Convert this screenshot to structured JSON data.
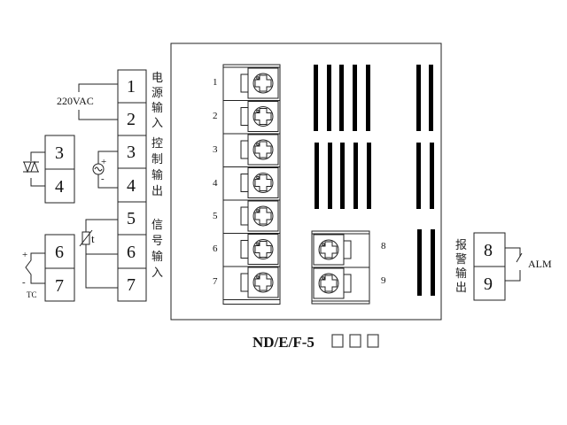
{
  "diagram": {
    "model_label": "ND/E/F-5",
    "model_suffix_boxes": 3,
    "voltage_label": "220VAC",
    "tc_label": "TC",
    "tc_plus": "+",
    "tc_minus": "-",
    "ssr_plus": "+",
    "ssr_minus": "-",
    "rtd_label": "t",
    "alarm_label": "ALM",
    "main_terminals": [
      "1",
      "2",
      "3",
      "4",
      "5",
      "6",
      "7"
    ],
    "alarm_terminals": [
      "8",
      "9"
    ],
    "left_thyristor_terminals": [
      "3",
      "4"
    ],
    "left_tc_terminals": [
      "6",
      "7"
    ],
    "power_input_label": [
      "电",
      "源",
      "输",
      "入"
    ],
    "control_output_label": [
      "控",
      "制",
      "输",
      "出"
    ],
    "signal_input_label": [
      "信",
      "号",
      "输",
      "入"
    ],
    "alarm_output_label": [
      "报",
      "警",
      "输",
      "出"
    ],
    "panel_terminal_numbers": [
      "1",
      "2",
      "3",
      "4",
      "5",
      "6",
      "7"
    ],
    "panel_alarm_numbers": [
      "8",
      "9"
    ]
  }
}
